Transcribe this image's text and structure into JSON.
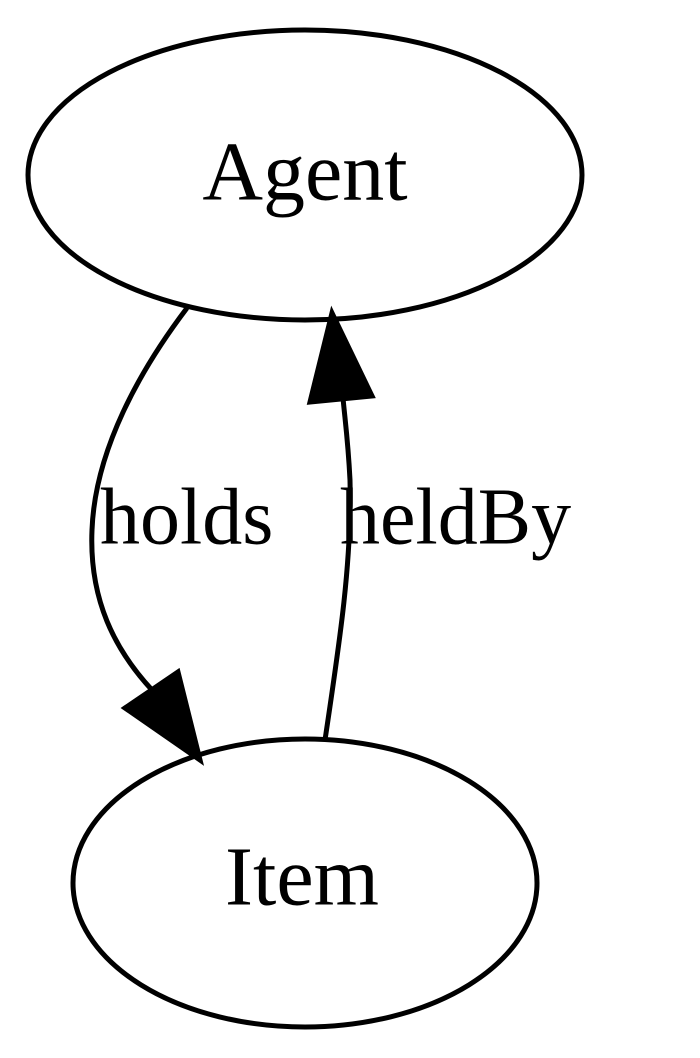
{
  "diagram": {
    "nodes": [
      {
        "id": "agent",
        "label": "Agent"
      },
      {
        "id": "item",
        "label": "Item"
      }
    ],
    "edges": [
      {
        "id": "holds",
        "from": "agent",
        "to": "item",
        "label": "holds"
      },
      {
        "id": "heldBy",
        "from": "item",
        "to": "agent",
        "label": "heldBy"
      }
    ]
  },
  "colors": {
    "stroke": "#000000",
    "background": "#ffffff"
  }
}
